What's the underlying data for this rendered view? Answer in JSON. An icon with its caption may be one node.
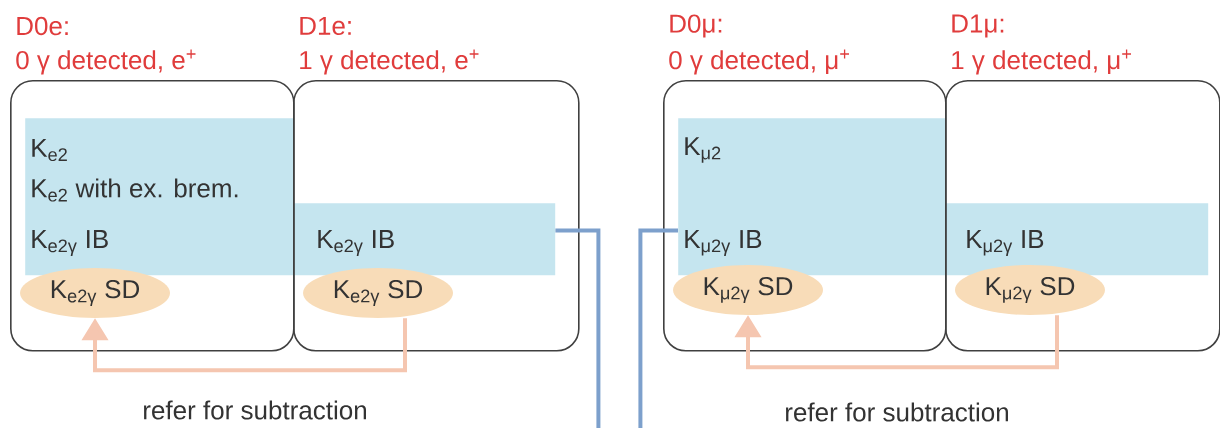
{
  "diagram": {
    "nodes": [
      {
        "text": [
          "D0e:",
          "0 γ detected, e$^{+}$"
        ]
      },
      {
        "text": [
          "K$_{e2}$",
          "K$_{e2}$ with ex. brem.",
          "K$_{e2γ}$ IB"
        ],
        "in": 0
      },
      {
        "text": [
          "K$_{e2γ}$ SD"
        ],
        "in": 0
      },
      {
        "text": [
          "D1e:",
          "1 γ detected, e$^{+}$"
        ]
      },
      {
        "text": [
          "K$_{e2γ}$ IB"
        ],
        "in": 3
      },
      {
        "text": [
          "K$_{e2γ}$ SD"
        ],
        "in": 3
      },
      {
        "text": [
          "D0μ:",
          "0 γ detected, μ$^{+}$"
        ]
      },
      {
        "text": [
          "K$_{μ2}$",
          "K$_{μ2γ}$ IB"
        ],
        "in": 6
      },
      {
        "text": [
          "K$_{μ2γ}$ SD"
        ],
        "in": 6
      },
      {
        "text": [
          "D1μ:",
          "1 γ detected, μ$^{+}$"
        ]
      },
      {
        "text": [
          "K$_{μ2γ}$ IB"
        ],
        "in": 9
      },
      {
        "text": [
          "K$_{μ2γ}$ SD"
        ],
        "in": 9
      }
    ],
    "edges": [
      {
        "from": 5,
        "to": 2,
        "arrow": "to",
        "label": "refer for subtraction",
        "color": "#f5c6b0"
      },
      {
        "from": 4,
        "to": 7,
        "arrow": "none",
        "color": "#7da0cc"
      },
      {
        "from": 11,
        "to": 8,
        "arrow": "to",
        "label": "refer for subtraction",
        "color": "#f5c6b0"
      }
    ]
  }
}
